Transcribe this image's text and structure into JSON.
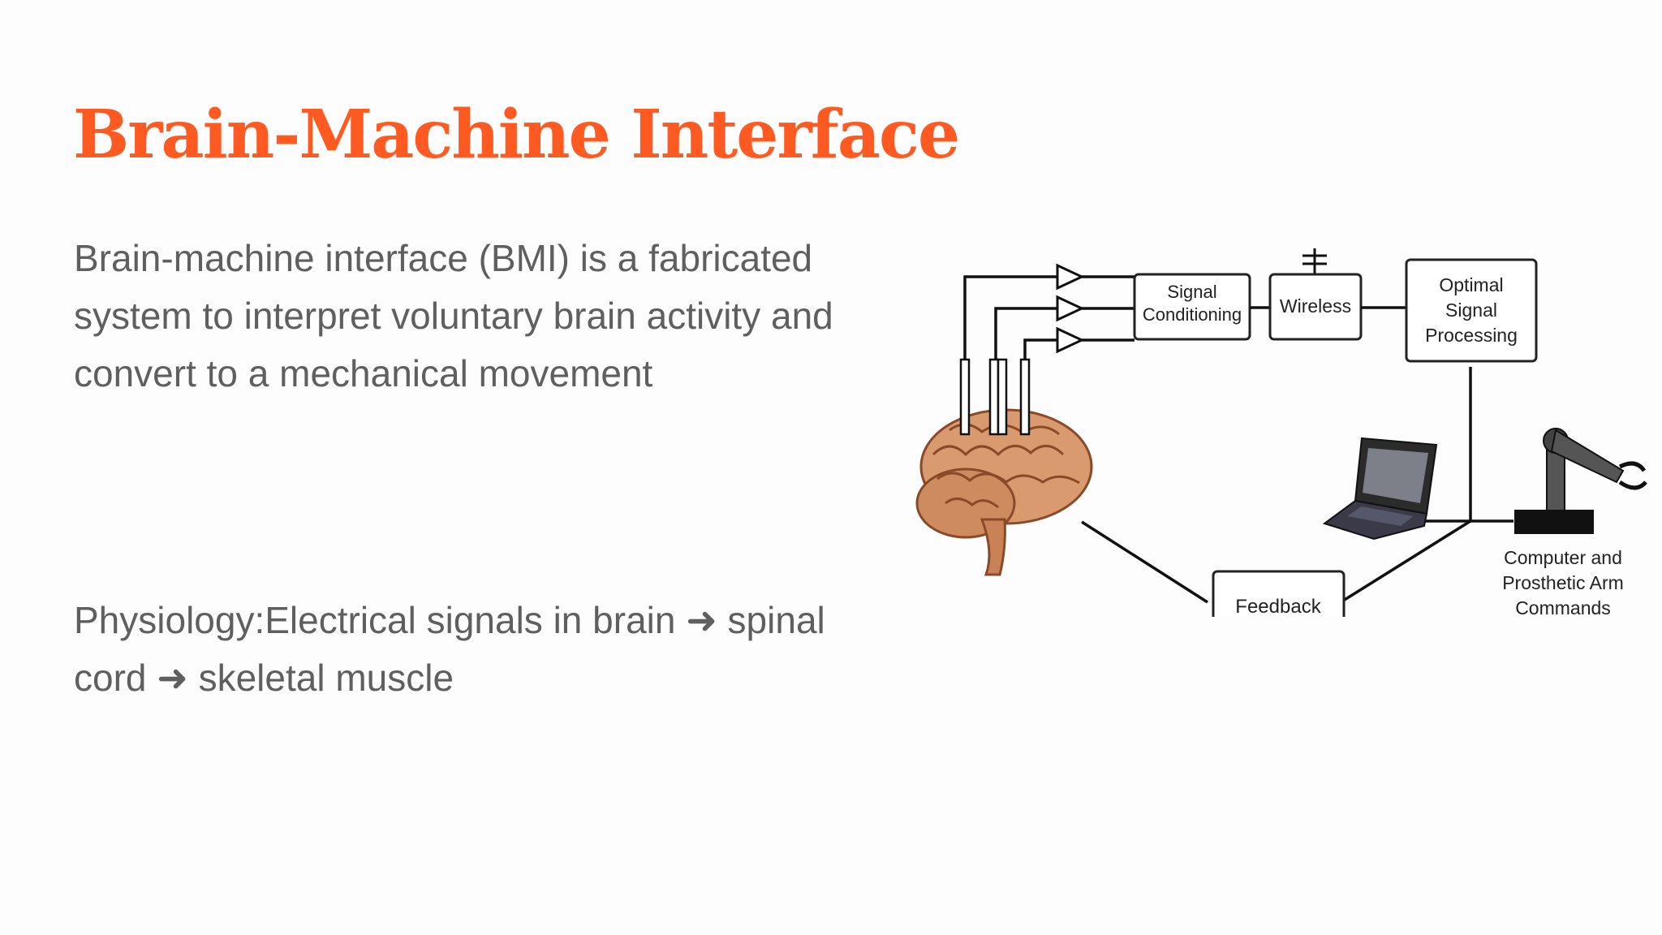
{
  "slide": {
    "title": "Brain-Machine Interface",
    "paragraph1": "Brain-machine interface (BMI) is a fabricated system to interpret voluntary brain activity and convert to a mechanical movement",
    "paragraph2": "Physiology:Electrical signals in brain ➜ spinal cord ➜ skeletal muscle",
    "colors": {
      "title": "#ff5a22",
      "body_text": "#5f5f5f"
    }
  },
  "diagram": {
    "signal_conditioning": [
      "Signal",
      "Conditioning"
    ],
    "wireless": "Wireless",
    "optimal_signal_processing": [
      "Optimal",
      "Signal",
      "Processing"
    ],
    "feedback": "Feedback",
    "computer_arm_commands": [
      "Computer and",
      "Prosthetic Arm",
      "Commands"
    ],
    "icons": [
      "brain-icon",
      "amplifier-icon",
      "antenna-icon",
      "laptop-icon",
      "robotic-arm-icon"
    ]
  }
}
